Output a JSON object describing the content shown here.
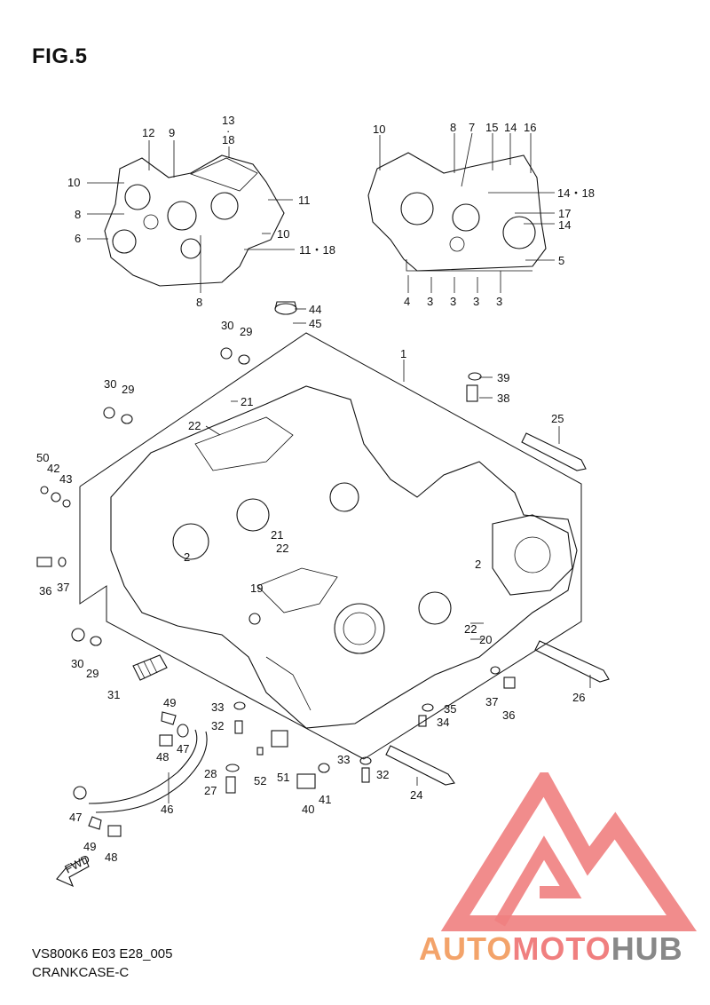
{
  "figure": {
    "title": "FIG.5"
  },
  "footer": {
    "line1": "VS800K6 E03 E28_005",
    "line2": "CRANKCASE-C"
  },
  "logo": {
    "word_part1": "AUTO",
    "word_part2": "MOTO",
    "word_part3": "HUB",
    "colors": {
      "orange": "#f3a36a",
      "red": "#f07f7f",
      "gray": "#888888"
    }
  },
  "fwd_label": "FWD",
  "callouts": [
    {
      "id": "c13",
      "text": "13"
    },
    {
      "id": "c13dot",
      "text": "·"
    },
    {
      "id": "c18a",
      "text": "18"
    },
    {
      "id": "c12",
      "text": "12"
    },
    {
      "id": "c9",
      "text": "9"
    },
    {
      "id": "c10a",
      "text": "10"
    },
    {
      "id": "c11a",
      "text": "11"
    },
    {
      "id": "c8a",
      "text": "8"
    },
    {
      "id": "c10b",
      "text": "10"
    },
    {
      "id": "c6",
      "text": "6"
    },
    {
      "id": "c1118a",
      "text": "11・18"
    },
    {
      "id": "c8b",
      "text": "8"
    },
    {
      "id": "c10c",
      "text": "10"
    },
    {
      "id": "c8c",
      "text": "8"
    },
    {
      "id": "c7",
      "text": "7"
    },
    {
      "id": "c15",
      "text": "15"
    },
    {
      "id": "c14a",
      "text": "14"
    },
    {
      "id": "c16",
      "text": "16"
    },
    {
      "id": "c1418",
      "text": "14・18"
    },
    {
      "id": "c17",
      "text": "17"
    },
    {
      "id": "c14b",
      "text": "14"
    },
    {
      "id": "c5",
      "text": "5"
    },
    {
      "id": "c4",
      "text": "4"
    },
    {
      "id": "c3a",
      "text": "3"
    },
    {
      "id": "c3b",
      "text": "3"
    },
    {
      "id": "c3c",
      "text": "3"
    },
    {
      "id": "c3d",
      "text": "3"
    },
    {
      "id": "c44",
      "text": "44"
    },
    {
      "id": "c45",
      "text": "45"
    },
    {
      "id": "c30a",
      "text": "30"
    },
    {
      "id": "c29a",
      "text": "29"
    },
    {
      "id": "c1",
      "text": "1"
    },
    {
      "id": "c39",
      "text": "39"
    },
    {
      "id": "c38",
      "text": "38"
    },
    {
      "id": "c30b",
      "text": "30"
    },
    {
      "id": "c29b",
      "text": "29"
    },
    {
      "id": "c21a",
      "text": "21"
    },
    {
      "id": "c22a",
      "text": "22"
    },
    {
      "id": "c25",
      "text": "25"
    },
    {
      "id": "c50",
      "text": "50"
    },
    {
      "id": "c42",
      "text": "42"
    },
    {
      "id": "c43",
      "text": "43"
    },
    {
      "id": "c21b",
      "text": "21"
    },
    {
      "id": "c22b",
      "text": "22"
    },
    {
      "id": "c36a",
      "text": "36"
    },
    {
      "id": "c37a",
      "text": "37"
    },
    {
      "id": "c2a",
      "text": "2"
    },
    {
      "id": "c2b",
      "text": "2"
    },
    {
      "id": "c19",
      "text": "19"
    },
    {
      "id": "c22c",
      "text": "22"
    },
    {
      "id": "c20",
      "text": "20"
    },
    {
      "id": "c30c",
      "text": "30"
    },
    {
      "id": "c29c",
      "text": "29"
    },
    {
      "id": "c31",
      "text": "31"
    },
    {
      "id": "c37b",
      "text": "37"
    },
    {
      "id": "c36b",
      "text": "36"
    },
    {
      "id": "c26",
      "text": "26"
    },
    {
      "id": "c49a",
      "text": "49"
    },
    {
      "id": "c33a",
      "text": "33"
    },
    {
      "id": "c35",
      "text": "35"
    },
    {
      "id": "c32a",
      "text": "32"
    },
    {
      "id": "c34",
      "text": "34"
    },
    {
      "id": "c48a",
      "text": "48"
    },
    {
      "id": "c47a",
      "text": "47"
    },
    {
      "id": "c33b",
      "text": "33"
    },
    {
      "id": "c28",
      "text": "28"
    },
    {
      "id": "c52",
      "text": "52"
    },
    {
      "id": "c51",
      "text": "51"
    },
    {
      "id": "c32b",
      "text": "32"
    },
    {
      "id": "c27",
      "text": "27"
    },
    {
      "id": "c40",
      "text": "40"
    },
    {
      "id": "c41",
      "text": "41"
    },
    {
      "id": "c24",
      "text": "24"
    },
    {
      "id": "c47b",
      "text": "47"
    },
    {
      "id": "c46",
      "text": "46"
    },
    {
      "id": "c49b",
      "text": "49"
    },
    {
      "id": "c48b",
      "text": "48"
    }
  ]
}
